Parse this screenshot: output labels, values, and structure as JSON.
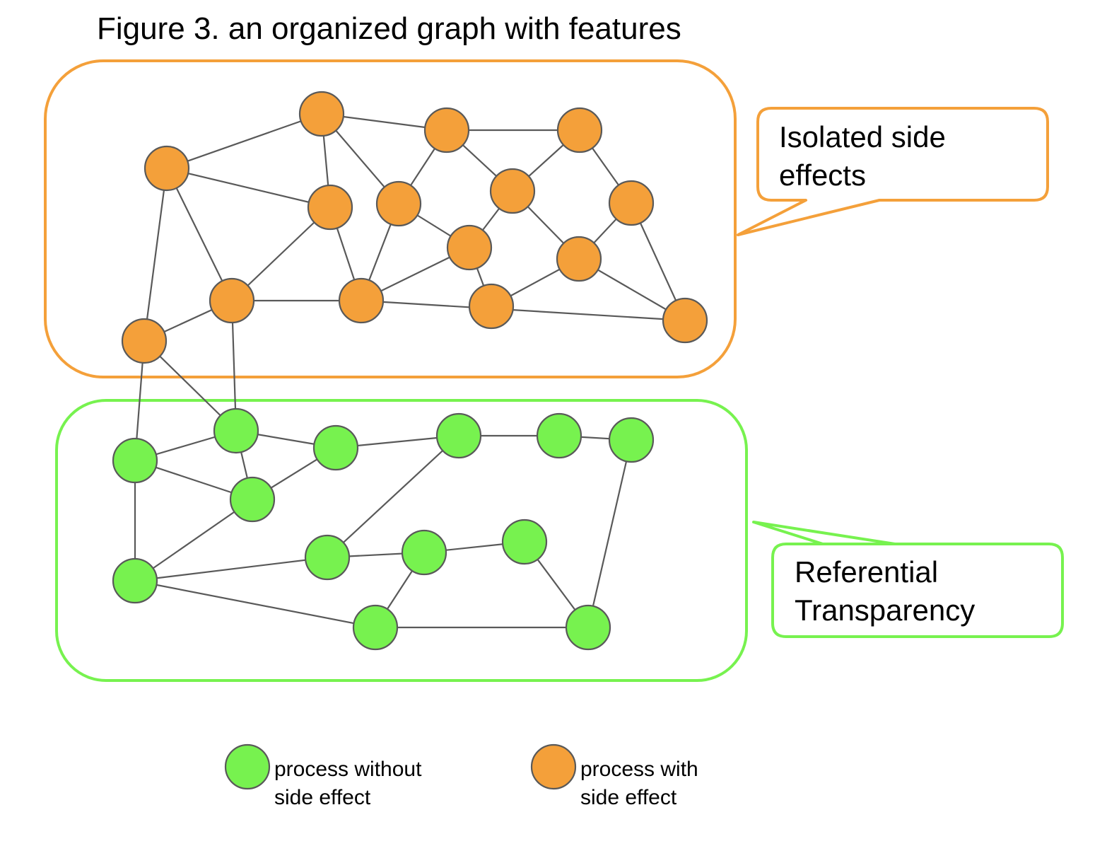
{
  "title": "Figure 3. an organized graph with features",
  "colors": {
    "side_effect_fill": "#f4a03a",
    "side_effect_border": "#f4a03a",
    "pure_fill": "#77f24f",
    "pure_border": "#77f24f",
    "edge": "#595959"
  },
  "callouts": {
    "isolated": {
      "line1": "Isolated side",
      "line2": "effects"
    },
    "referential": {
      "line1": "Referential",
      "line2": "Transparency"
    }
  },
  "legend": {
    "pure": {
      "line1": "process without",
      "line2": "side effect"
    },
    "side_effect": {
      "line1": "process with",
      "line2": "side effect"
    }
  }
}
